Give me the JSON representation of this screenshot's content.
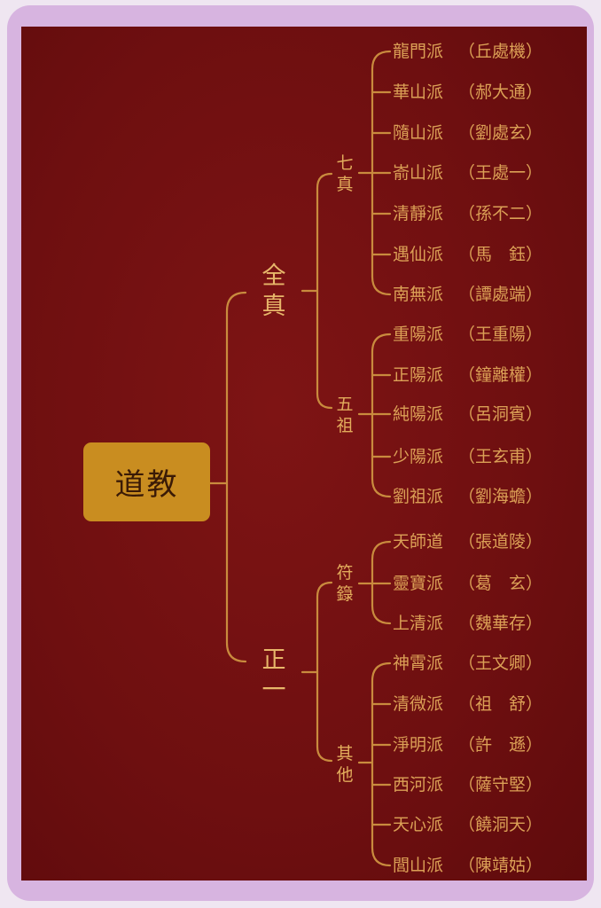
{
  "root": {
    "label": "道教"
  },
  "branches": [
    {
      "label_chars": [
        "全",
        "真"
      ],
      "groups": [
        {
          "label_chars": [
            "七",
            "真"
          ],
          "leaves": [
            {
              "school": "龍門派",
              "founder": "（丘處機）"
            },
            {
              "school": "華山派",
              "founder": "（郝大通）"
            },
            {
              "school": "隨山派",
              "founder": "（劉處玄）"
            },
            {
              "school": "嵛山派",
              "founder": "（王處一）"
            },
            {
              "school": "清靜派",
              "founder": "（孫不二）"
            },
            {
              "school": "遇仙派",
              "founder": "（馬　鈺）"
            },
            {
              "school": "南無派",
              "founder": "（譚處端）"
            }
          ]
        },
        {
          "label_chars": [
            "五",
            "祖"
          ],
          "leaves": [
            {
              "school": "重陽派",
              "founder": "（王重陽）"
            },
            {
              "school": "正陽派",
              "founder": "（鐘離權）"
            },
            {
              "school": "純陽派",
              "founder": "（呂洞賓）"
            },
            {
              "school": "少陽派",
              "founder": "（王玄甫）"
            },
            {
              "school": "劉祖派",
              "founder": "（劉海蟾）"
            }
          ]
        }
      ]
    },
    {
      "label_chars": [
        "正",
        "一"
      ],
      "groups": [
        {
          "label_chars": [
            "符",
            "籙"
          ],
          "leaves": [
            {
              "school": "天師道",
              "founder": "（張道陵）"
            },
            {
              "school": "靈寶派",
              "founder": "（葛　玄）"
            },
            {
              "school": "上清派",
              "founder": "（魏華存）"
            }
          ]
        },
        {
          "label_chars": [
            "其",
            "他"
          ],
          "leaves": [
            {
              "school": "神霄派",
              "founder": "（王文卿）"
            },
            {
              "school": "清微派",
              "founder": "（祖　舒）"
            },
            {
              "school": "淨明派",
              "founder": "（許　遜）"
            },
            {
              "school": "西河派",
              "founder": "（薩守堅）"
            },
            {
              "school": "天心派",
              "founder": "（饒洞天）"
            },
            {
              "school": "閭山派",
              "founder": "（陳靖姑）"
            }
          ]
        }
      ]
    }
  ],
  "colors": {
    "background": "#6e0f10",
    "line": "#c98b3e",
    "root_box": "#c98d20",
    "frame": "#d7b4e0"
  }
}
